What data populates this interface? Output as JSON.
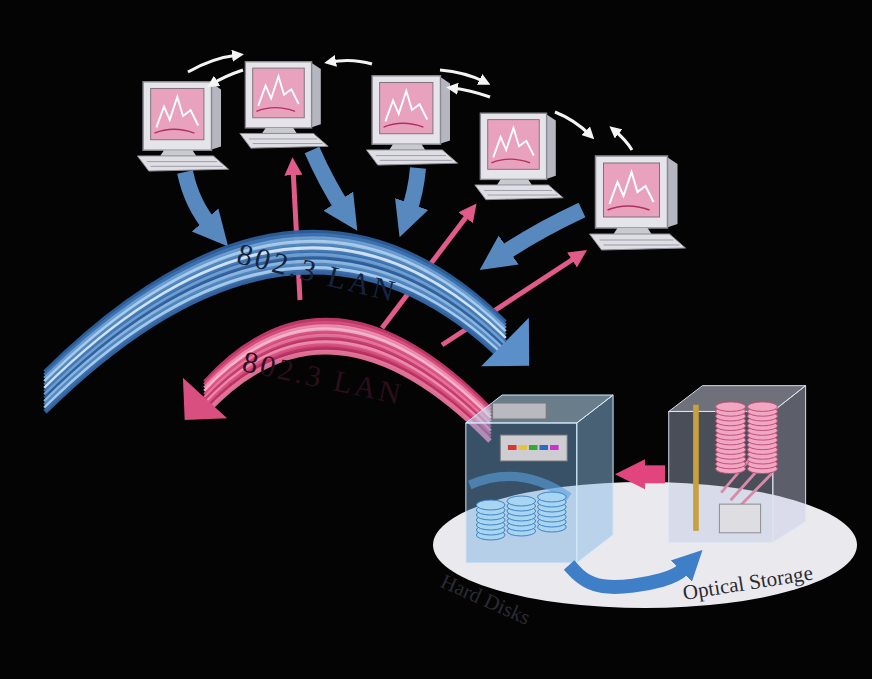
{
  "diagram": {
    "nodes": [
      {
        "text": [
          "802.3 LAN"
        ]
      },
      {
        "text": [
          "802.3 LAN"
        ]
      },
      {
        "text": [
          "Hard Disks"
        ]
      },
      {
        "text": [
          "Optical Storage"
        ]
      }
    ],
    "edges": [
      {
        "from": 3,
        "to": 2,
        "arrow": "to"
      },
      {
        "from": 2,
        "to": 3,
        "arrow": "to"
      }
    ]
  }
}
